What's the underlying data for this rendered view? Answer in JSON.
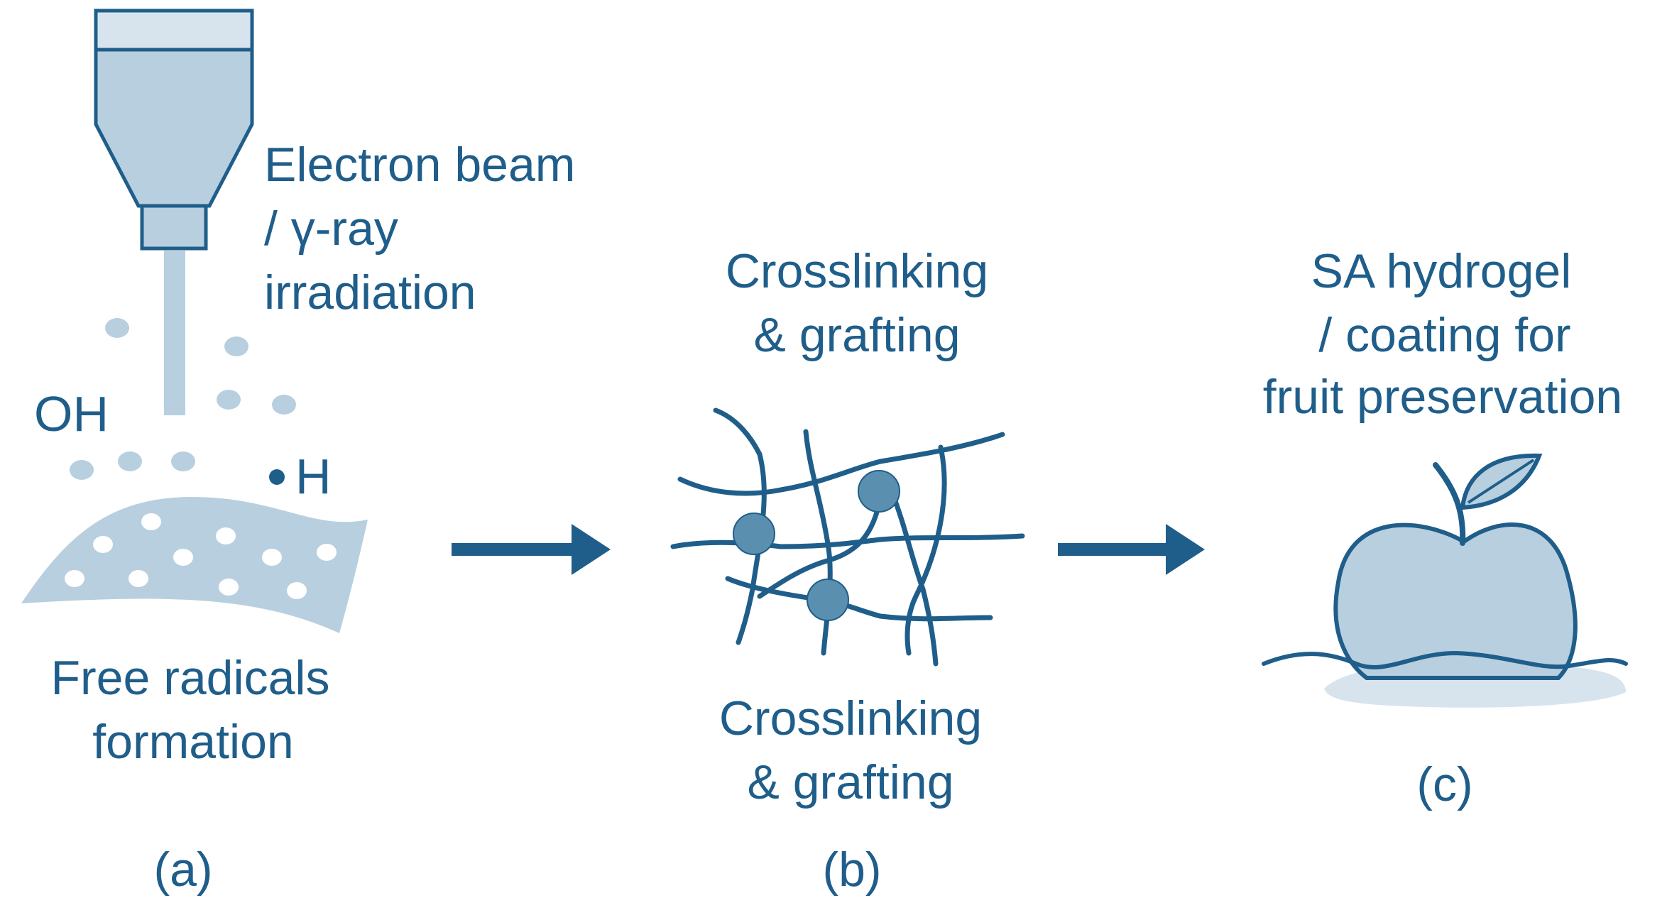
{
  "colors": {
    "primary": "#1f5e8a",
    "light": "#b8cfdf",
    "pale": "#d7e4ee",
    "node": "#5b8fb0"
  },
  "panel_a": {
    "beam_label_line1": "Electron beam",
    "beam_label_line2": "/ γ-ray",
    "beam_label_line3": "irradiation",
    "oh_label": "OH",
    "h_label": "H",
    "caption_line1": "Free radicals",
    "caption_line2": "formation",
    "tag": "(a)",
    "icons": [
      "electron-gun-icon",
      "polymer-sheet-icon"
    ]
  },
  "panel_b": {
    "top_label_line1": "Crosslinking",
    "top_label_line2": "& grafting",
    "bottom_label_line1": "Crosslinking",
    "bottom_label_line2": "& grafting",
    "tag": "(b)",
    "icons": [
      "polymer-network-icon"
    ]
  },
  "panel_c": {
    "label_line1": "SA hydrogel",
    "label_line2": "/ coating for",
    "label_line3": "fruit preservation",
    "tag": "(c)",
    "icons": [
      "apple-icon"
    ]
  },
  "arrows": [
    "arrow-right-icon",
    "arrow-right-icon"
  ]
}
